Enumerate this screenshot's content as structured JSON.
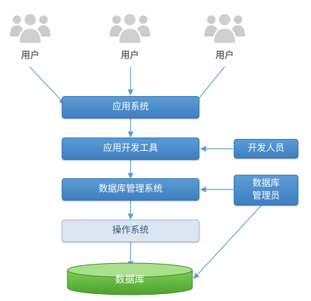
{
  "users": [
    {
      "label": "用户"
    },
    {
      "label": "用户"
    },
    {
      "label": "用户"
    }
  ],
  "layers": {
    "app_system": "应用系统",
    "dev_tools": "应用开发工具",
    "dbms": "数据库管理系统",
    "os": "操作系统",
    "database": "数据库"
  },
  "roles": {
    "developer": "开发人员",
    "dba_line1": "数据库",
    "dba_line2": "管理员"
  },
  "colors": {
    "box_blue": "#4a8ccb",
    "box_light": "#dce6f2",
    "database_green": "#6cc04a",
    "arrow": "#5b9bd5",
    "user_icon": "#cccccc"
  }
}
